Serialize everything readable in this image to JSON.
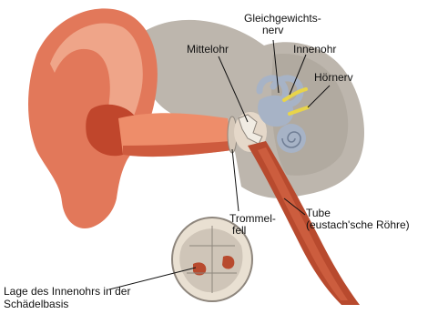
{
  "labels": {
    "gleichgewichtsnerv_1": "Gleichgewichts-",
    "gleichgewichtsnerv_2": "nerv",
    "mittelohr": "Mittelohr",
    "innenohr": "Innenohr",
    "hoernerv": "Hörnerv",
    "trommelfell_1": "Trommel-",
    "trommelfell_2": "fell",
    "tube_1": "Tube",
    "tube_2": "(eustach'sche Röhre)",
    "lage_1": "Lage des Innenohrs in der",
    "lage_2": "Schädelbasis"
  },
  "colors": {
    "skin": "#e2785a",
    "skin_light": "#f3b49a",
    "skin_dark": "#c0462c",
    "bone": "#bdb6ad",
    "bone_dark": "#8e867d",
    "canal": "#ee8d6a",
    "tube": "#b84a2e",
    "cochlea": "#a7b3c6",
    "nerve_yellow": "#e8d44a",
    "skull_bg": "#e9e0d2"
  }
}
